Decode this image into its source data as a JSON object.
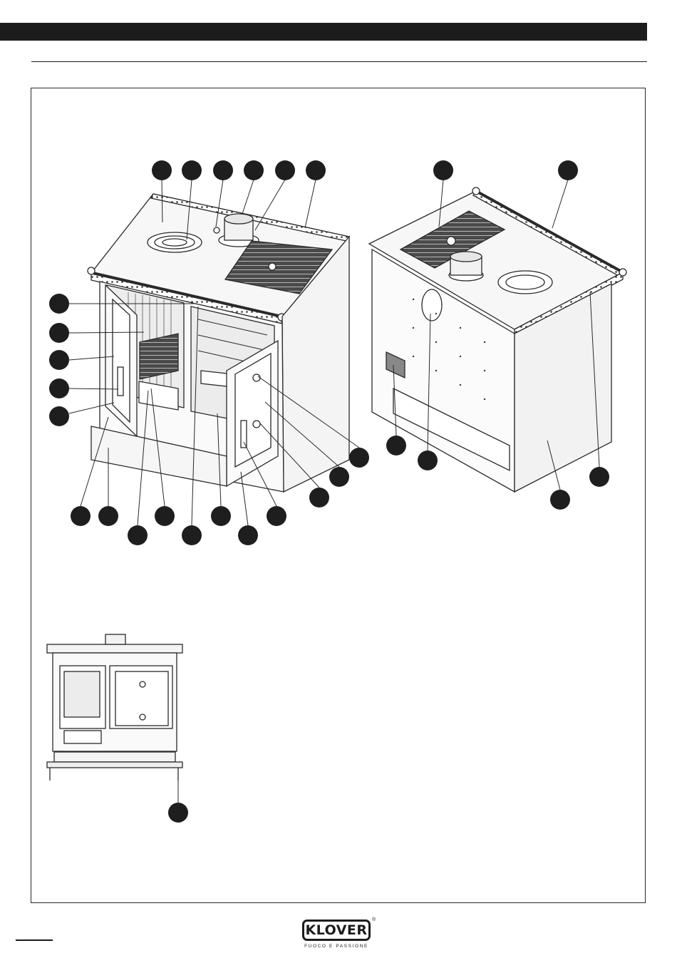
{
  "brand": {
    "name": "KLOVER",
    "tagline": "FUOCO E PASSIONE",
    "registered_mark": "®"
  },
  "figure": {
    "callout_count": 27,
    "callout_fill": "#1e1e1e",
    "line_color": "#2a2a2a"
  }
}
